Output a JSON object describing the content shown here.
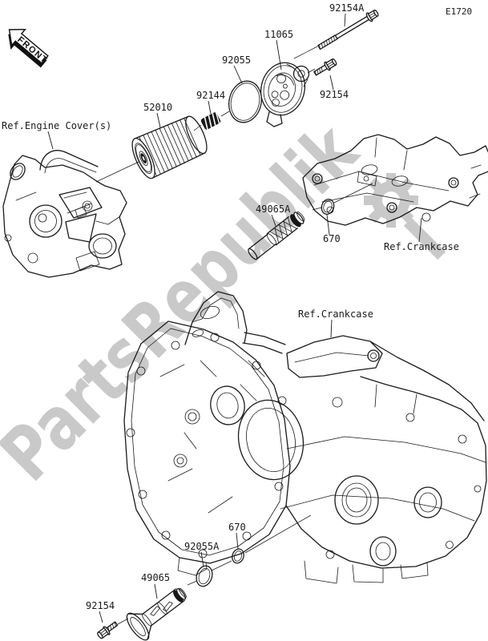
{
  "diagram": {
    "page_code": "E1720",
    "front_marker": "FRONT",
    "watermark": "PartsRepublik",
    "labels": {
      "bolt_long": "92154A",
      "oil_filter_cap": "11065",
      "oring_large": "92055",
      "spring": "92144",
      "oil_filter_element": "52010",
      "ref_engine_cover": "Ref.Engine Cover(s)",
      "bolt_short": "92154",
      "oil_pipe_upper": "49065A",
      "oring_small_upper": "670",
      "ref_crankcase_upper": "Ref.Crankcase",
      "ref_crankcase_main": "Ref.Crankcase",
      "oring_small_lower": "670",
      "oring_large_lower": "92055A",
      "oil_pipe_lower": "49065",
      "bolt_lower": "92154"
    },
    "colors": {
      "line": "#1a1a1a",
      "watermark": "#c9c9c9",
      "background": "#ffffff"
    }
  }
}
